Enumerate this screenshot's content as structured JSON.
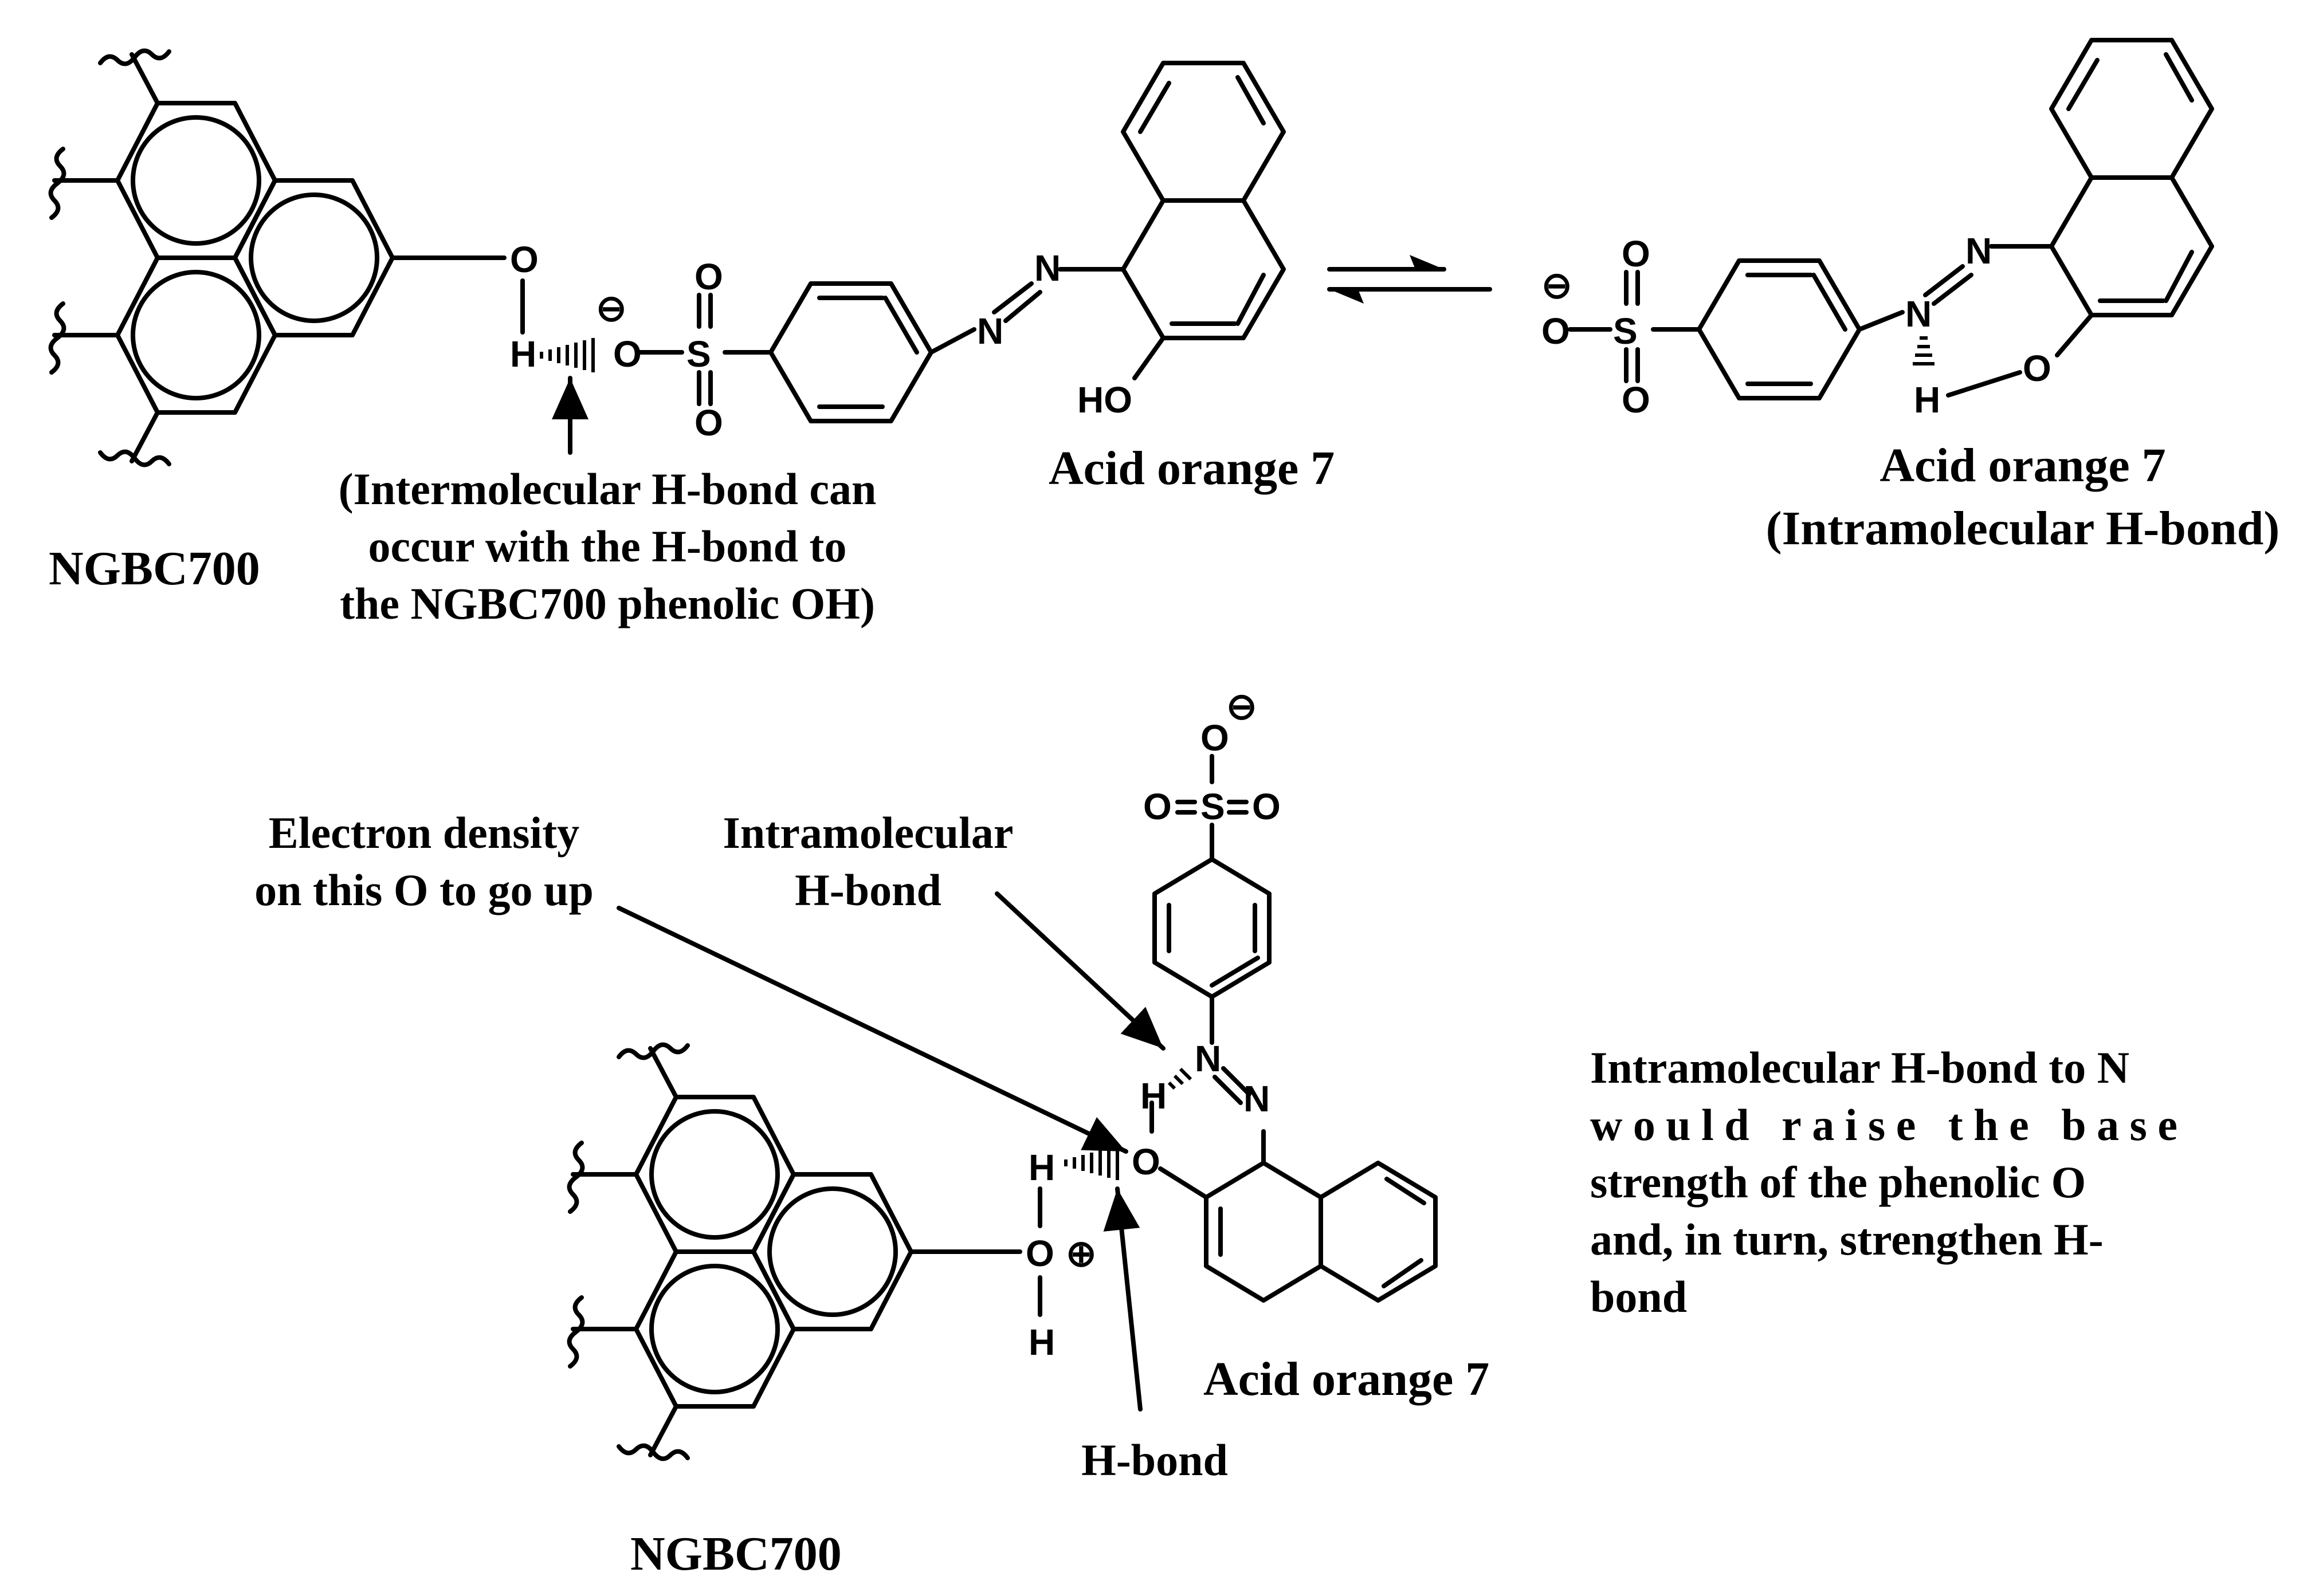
{
  "labels": {
    "ngbc_top": "NGBC700",
    "ngbc_bottom": "NGBC700",
    "ao7_top_left": "Acid orange 7",
    "ao7_top_right": "Acid orange 7",
    "ao7_top_right_sub": "(Intramolecular H-bond)",
    "ao7_bottom": "Acid orange 7"
  },
  "annotations": {
    "inter_hbond": [
      "(Intermolecular H-bond can",
      "occur with the H-bond to",
      "the NGBC700 phenolic OH)"
    ],
    "electron_density": [
      "Electron density",
      "on this O to go up"
    ],
    "intramolecular": [
      "Intramolecular",
      "H-bond"
    ],
    "hbond": "H-bond",
    "explanation": [
      "Intramolecular H-bond to N",
      "would raise the base",
      "strength of the phenolic O",
      "and, in turn, strengthen H-",
      "bond"
    ]
  },
  "atoms": {
    "O": "O",
    "H": "H",
    "S": "S",
    "N": "N",
    "HO": "HO",
    "minus": "⊖",
    "plus": "⊕"
  }
}
